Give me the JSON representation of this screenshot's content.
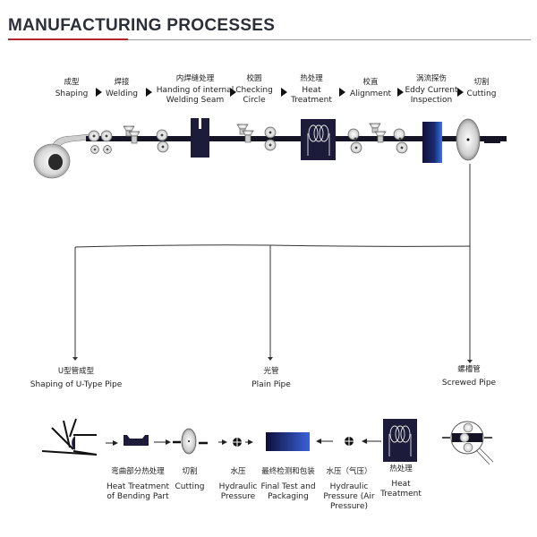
{
  "header": {
    "title": "MANUFACTURING PROCESSES",
    "accent_color": "#b3262b"
  },
  "main_line": {
    "steps": [
      {
        "zh": "成型",
        "en": "Shaping"
      },
      {
        "zh": "焊接",
        "en": "Welding"
      },
      {
        "zh": "内焊缝处理",
        "en": "Handing of internal Welding Seam"
      },
      {
        "zh": "校圆",
        "en": "Checking Circle"
      },
      {
        "zh": "热处理",
        "en": "Heat Treatment"
      },
      {
        "zh": "校直",
        "en": "Alignment"
      },
      {
        "zh": "涡流探伤",
        "en": "Eddy Current Inspection"
      },
      {
        "zh": "切割",
        "en": "Cutting"
      }
    ],
    "arrow_icon": "triangle-right-icon"
  },
  "branches": [
    {
      "zh": "U型管成型",
      "en": "Shaping of U-Type Pipe"
    },
    {
      "zh": "光管",
      "en": "Plain Pipe"
    },
    {
      "zh": "螺槽管",
      "en": "Screwed Pipe"
    }
  ],
  "bottom_line": {
    "steps": [
      {
        "zh": "弯曲部分热处理",
        "en": "Heat Treatment of Bending Part"
      },
      {
        "zh": "切割",
        "en": "Cutting"
      },
      {
        "zh": "水压",
        "en": "Hydraulic Pressure"
      },
      {
        "zh": "最终检测和包装",
        "en": "Final Test and Packaging"
      },
      {
        "zh": "水压（气压）",
        "en": "Hydraulic Pressure (Air Pressure)"
      },
      {
        "zh": "热处理",
        "en": "Heat Treatment"
      }
    ]
  },
  "colors": {
    "machine_dark": "#1c1c3a",
    "eddy_blue": "#2f63d8",
    "line": "#141424"
  }
}
